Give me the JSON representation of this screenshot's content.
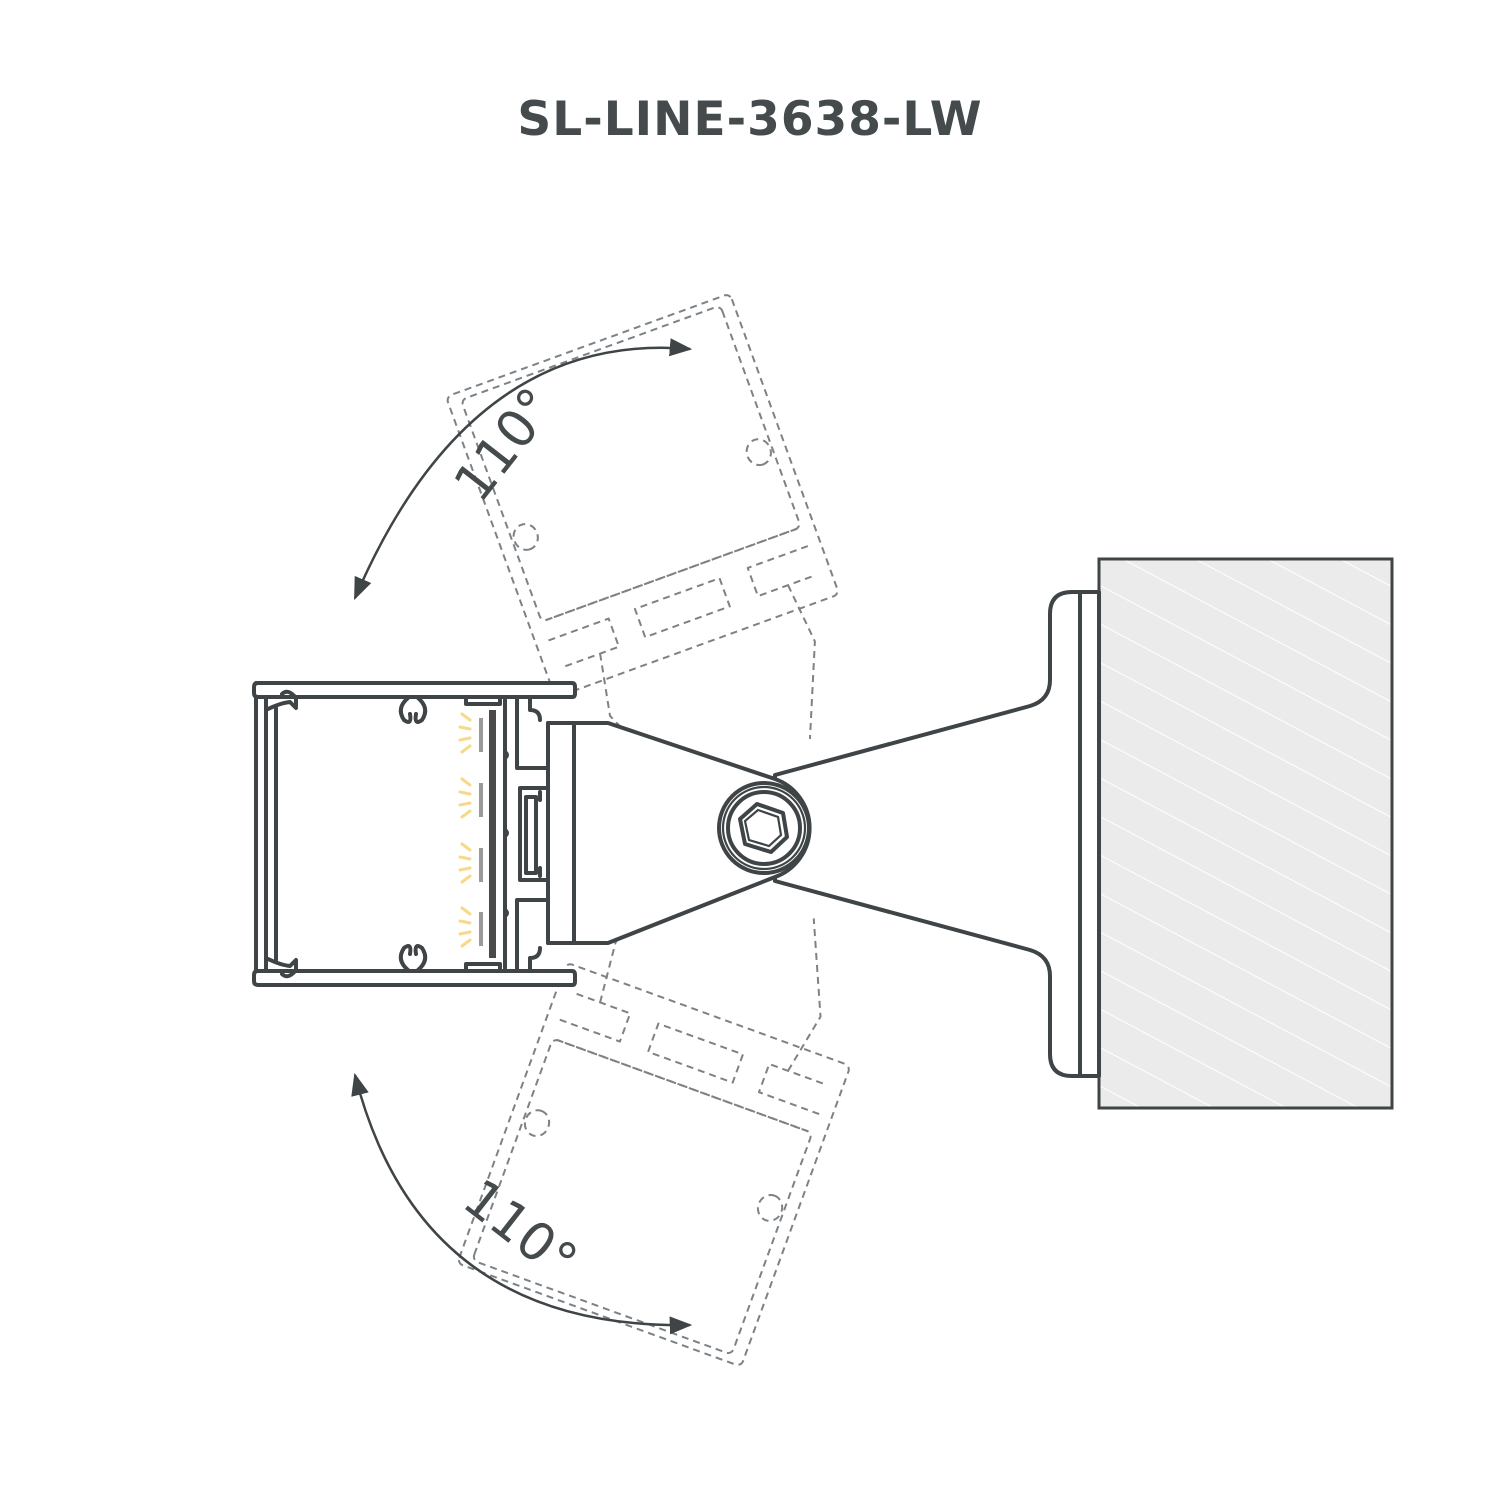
{
  "title": "SL-LINE-3638-LW",
  "angles": {
    "upper": "110°",
    "lower": "110°"
  },
  "colors": {
    "line": "#3f4447",
    "ghost_dashed": "#7c8286",
    "wall_fill": "#ebebeb",
    "led_glow": "#f7d98a",
    "led_chip": "#9a9a9a",
    "pcb": "#4a4a4a"
  },
  "components": {
    "profile": "aluminium-profile-cross-section",
    "bracket": "swivel-wall-bracket",
    "bolt": "hex-socket-pivot-bolt",
    "wall": "wall-surface-hatched",
    "ghost_positions": [
      "rotated-up",
      "rotated-down"
    ]
  }
}
